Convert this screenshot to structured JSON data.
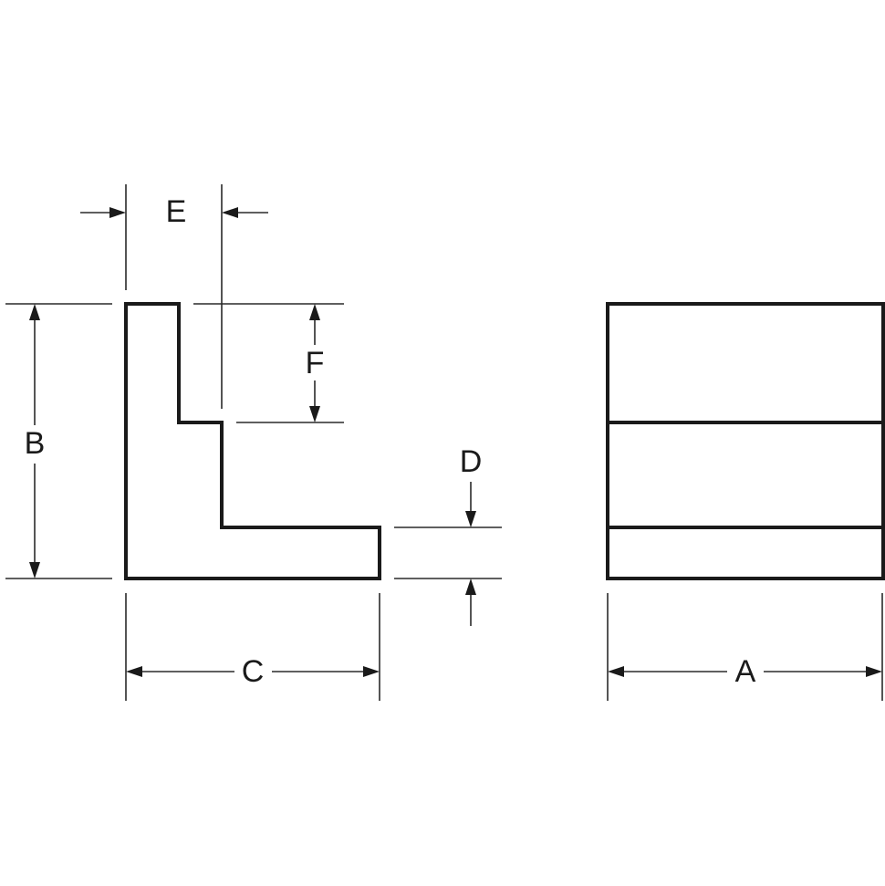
{
  "diagram": {
    "labels": {
      "a": "A",
      "b": "B",
      "c": "C",
      "d": "D",
      "e": "E",
      "f": "F"
    },
    "colors": {
      "outline": "#1a1a1a",
      "background": "#ffffff"
    }
  }
}
